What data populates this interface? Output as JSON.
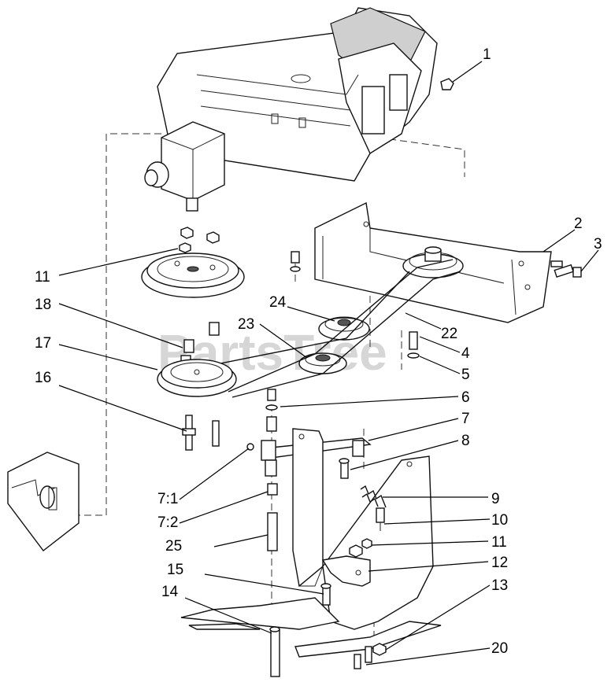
{
  "watermark": "PartsTree",
  "callouts": [
    {
      "id": "c1",
      "label": "1"
    },
    {
      "id": "c2",
      "label": "2"
    },
    {
      "id": "c3",
      "label": "3"
    },
    {
      "id": "c4",
      "label": "4"
    },
    {
      "id": "c5",
      "label": "5"
    },
    {
      "id": "c6",
      "label": "6"
    },
    {
      "id": "c7",
      "label": "7"
    },
    {
      "id": "c8",
      "label": "8"
    },
    {
      "id": "c9",
      "label": "9"
    },
    {
      "id": "c10",
      "label": "10"
    },
    {
      "id": "c11a",
      "label": "11"
    },
    {
      "id": "c11b",
      "label": "11"
    },
    {
      "id": "c12",
      "label": "12"
    },
    {
      "id": "c13",
      "label": "13"
    },
    {
      "id": "c14",
      "label": "14"
    },
    {
      "id": "c15",
      "label": "15"
    },
    {
      "id": "c16",
      "label": "16"
    },
    {
      "id": "c17",
      "label": "17"
    },
    {
      "id": "c18",
      "label": "18"
    },
    {
      "id": "c20",
      "label": "20"
    },
    {
      "id": "c22",
      "label": "22"
    },
    {
      "id": "c23",
      "label": "23"
    },
    {
      "id": "c24",
      "label": "24"
    },
    {
      "id": "c25",
      "label": "25"
    },
    {
      "id": "c71",
      "label": "7:1"
    },
    {
      "id": "c72",
      "label": "7:2"
    }
  ]
}
